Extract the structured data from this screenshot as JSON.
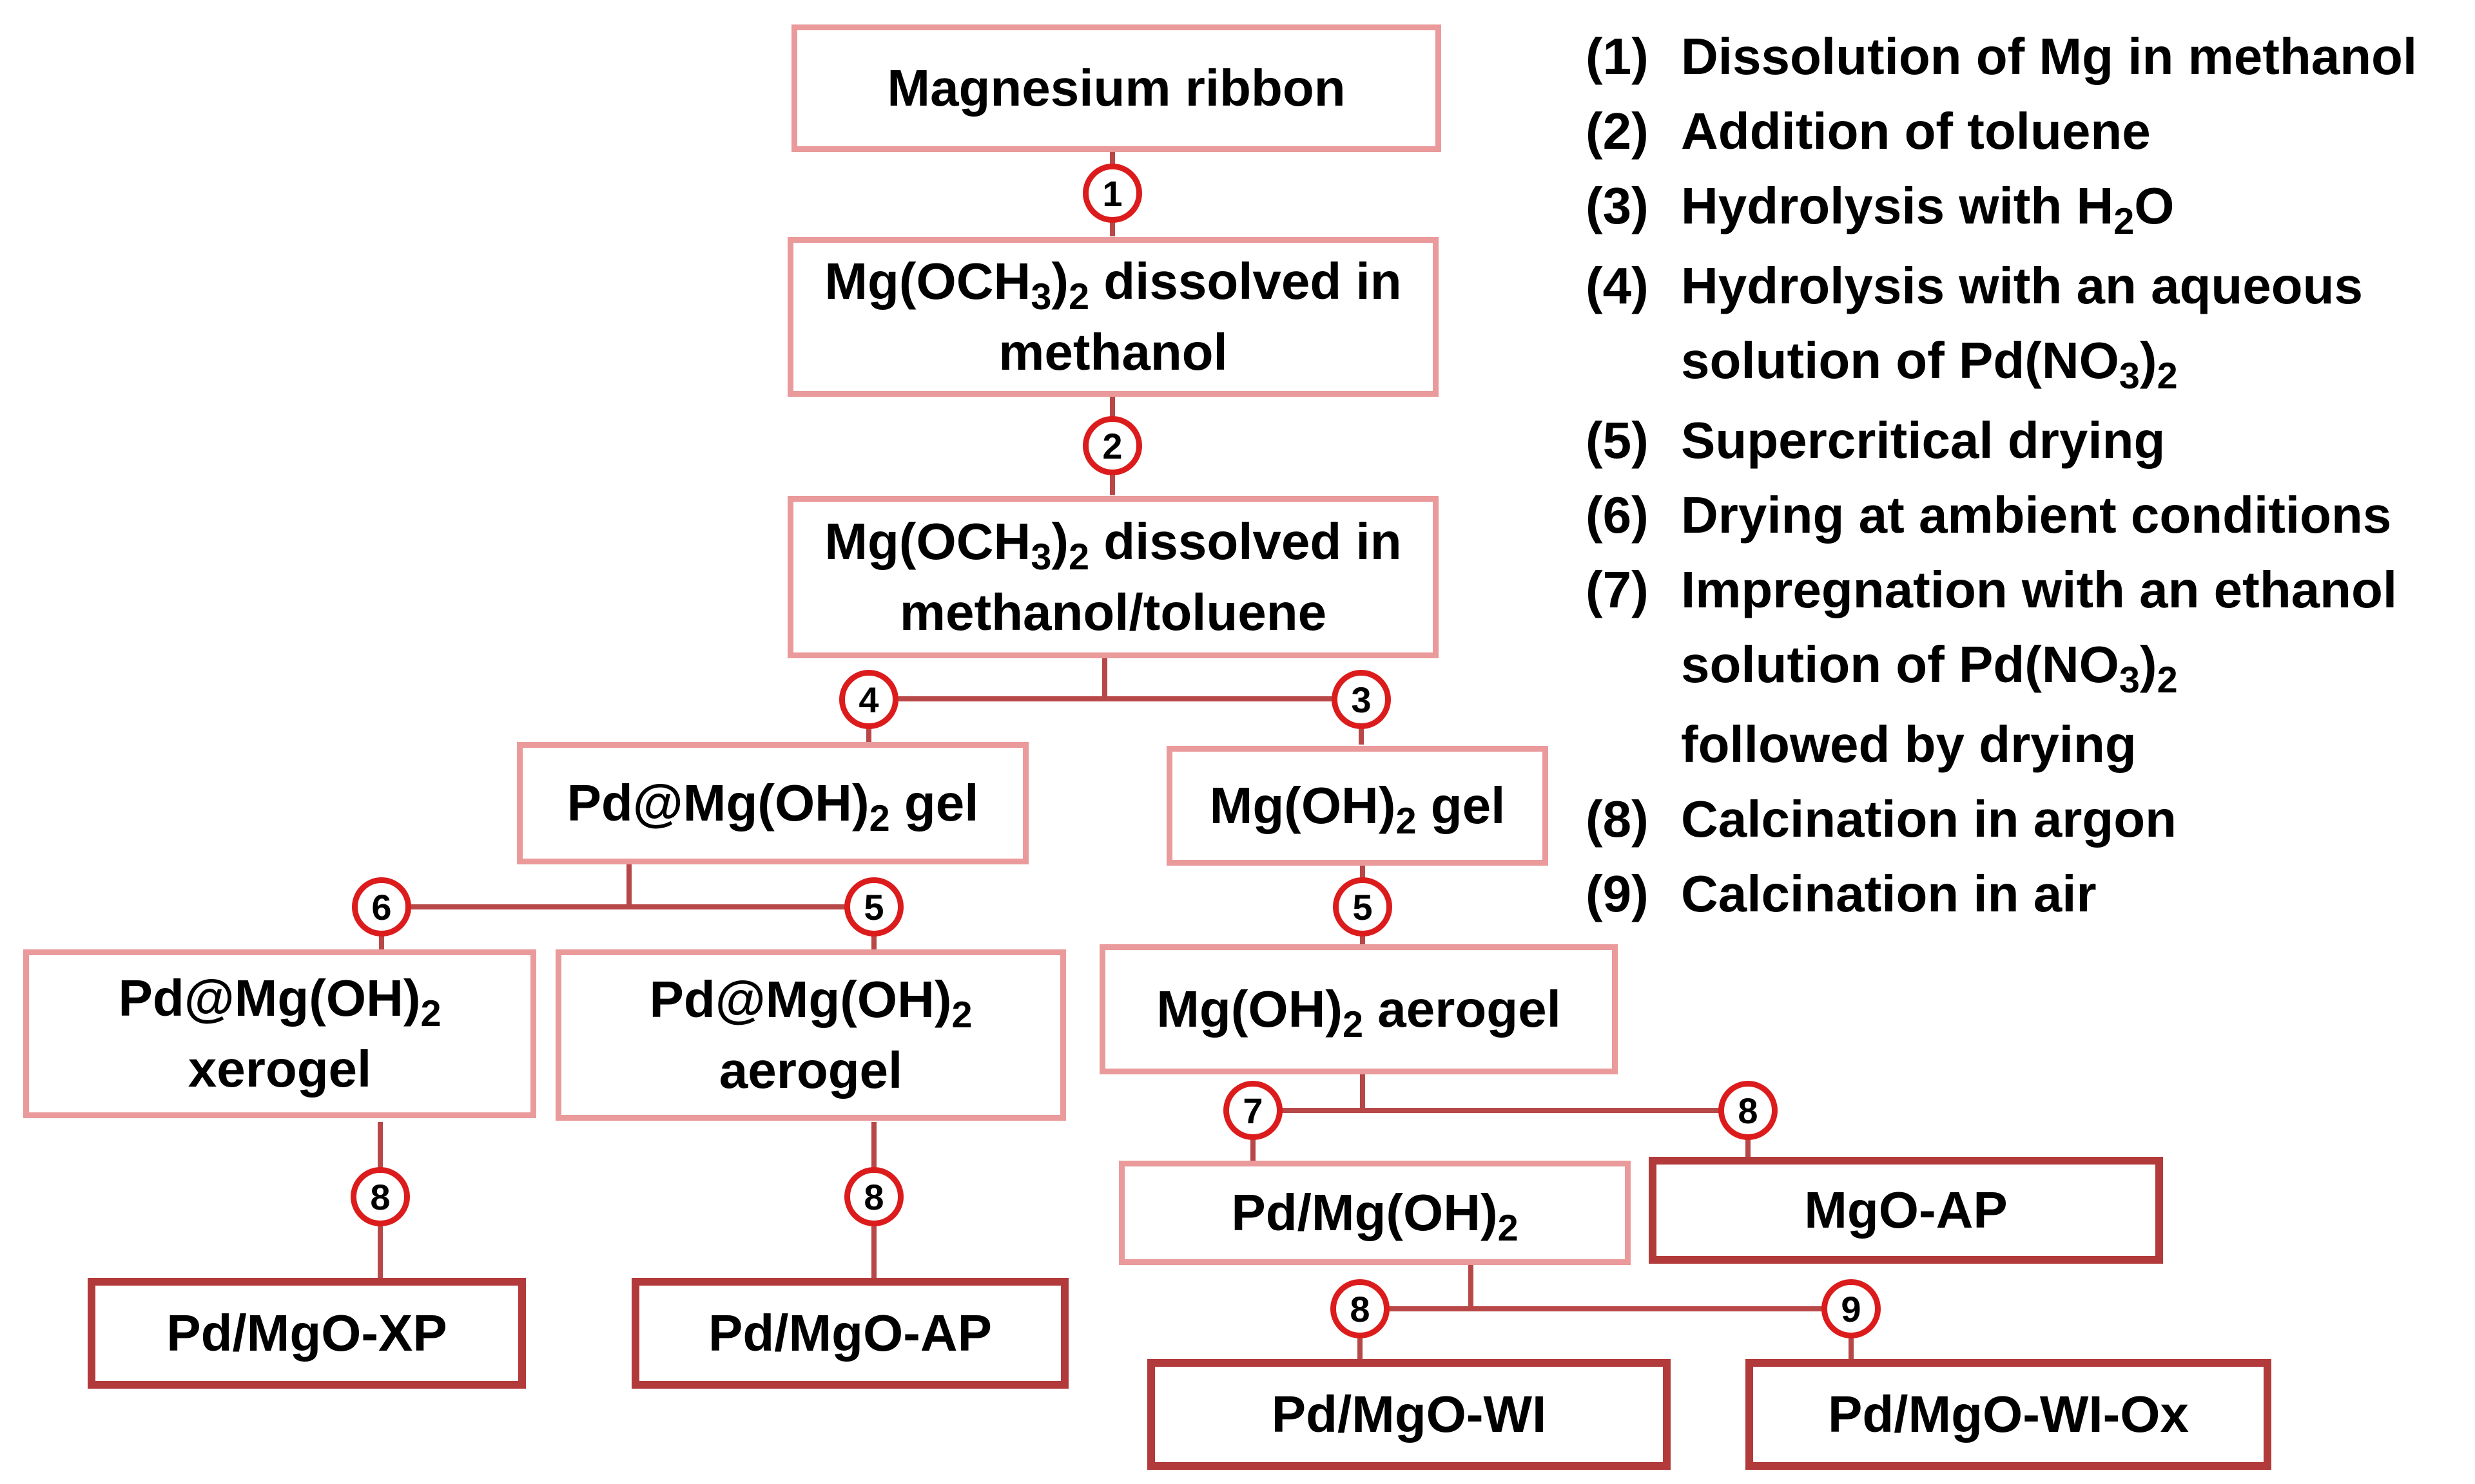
{
  "nodes": {
    "mg_ribbon": "Magnesium ribbon",
    "mg_och3_methanol": [
      "Mg(OCH",
      "3",
      ")",
      "2",
      " dissolved in",
      "methanol"
    ],
    "mg_och3_methanol_toluene": [
      "Mg(OCH",
      "3",
      ")",
      "2",
      " dissolved in",
      "methanol/toluene"
    ],
    "pd_mg_oh2_gel": [
      "Pd@Mg(OH)",
      "2",
      " gel"
    ],
    "mg_oh2_gel": [
      "Mg(OH)",
      "2",
      " gel"
    ],
    "pd_mg_oh2_xerogel": [
      "Pd@Mg(OH)",
      "2",
      "xerogel"
    ],
    "pd_mg_oh2_aerogel": [
      "Pd@Mg(OH)",
      "2",
      "aerogel"
    ],
    "mg_oh2_aerogel": [
      "Mg(OH)",
      "2",
      " aerogel"
    ],
    "pd_mg_oh2": [
      "Pd/Mg(OH)",
      "2"
    ],
    "pd_mgo_xp": "Pd/MgO-XP",
    "pd_mgo_ap": "Pd/MgO-AP",
    "mgo_ap": "MgO-AP",
    "pd_mgo_wi": "Pd/MgO-WI",
    "pd_mgo_wi_ox": "Pd/MgO-WI-Ox"
  },
  "steps": {
    "s1": "1",
    "s2": "2",
    "s3": "3",
    "s4": "4",
    "s5a": "5",
    "s5b": "5",
    "s6": "6",
    "s7": "7",
    "s8a": "8",
    "s8b": "8",
    "s8c": "8",
    "s8d": "8",
    "s9": "9"
  },
  "legend": [
    {
      "num": "(1)",
      "text": "Dissolution of Mg in methanol"
    },
    {
      "num": "(2)",
      "text": "Addition of toluene"
    },
    {
      "num": "(3)",
      "text": "Hydrolysis with H",
      "sub": "2",
      "tail": "O"
    },
    {
      "num": "(4)",
      "text": "Hydrolysis with an aqueous"
    },
    {
      "num": "",
      "text": "solution of Pd(NO",
      "sub": "3",
      "tail": ")",
      "sub2": "2"
    },
    {
      "num": "(5)",
      "text": "Supercritical drying"
    },
    {
      "num": "(6)",
      "text": "Drying at ambient conditions"
    },
    {
      "num": "(7)",
      "text": "Impregnation with an ethanol"
    },
    {
      "num": "",
      "text": "solution of Pd(NO",
      "sub": "3",
      "tail": ")",
      "sub2": "2"
    },
    {
      "num": "",
      "text": "followed by drying"
    },
    {
      "num": "(8)",
      "text": "Calcination in argon"
    },
    {
      "num": "(9)",
      "text": "Calcination in air"
    }
  ],
  "colors": {
    "intermediate_border": "#ea9a9a",
    "final_border": "#b23a3a",
    "connector": "#b84848",
    "step_circle": "#dc1c1c"
  }
}
